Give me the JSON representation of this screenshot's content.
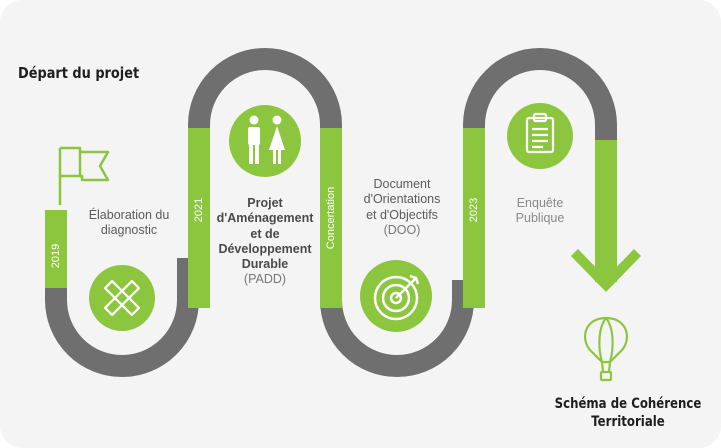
{
  "title": "Départ du projet",
  "destination": {
    "line1": "Schéma de Cohérence",
    "line2": "Territoriale"
  },
  "milestones": {
    "m1": "2019",
    "m2": "2021",
    "m3": "Concertation",
    "m4": "2023"
  },
  "steps": {
    "diagnostic": {
      "line1": "Élaboration du",
      "line2": "diagnostic"
    },
    "padd": {
      "line1": "Projet",
      "line2": "d'Aménagement",
      "line3": "et de",
      "line4": "Développement",
      "line5": "Durable",
      "abbr": "(PADD)"
    },
    "doo": {
      "line1": "Document",
      "line2": "d'Orientations",
      "line3": "et d'Objectifs",
      "abbr": "(DOO)"
    },
    "enquete": {
      "line1": "Enquête",
      "line2": "Publique"
    }
  },
  "icons": {
    "flag": "flag-icon",
    "pencil_ruler": "pencil-ruler-icon",
    "people": "people-icon",
    "target": "target-icon",
    "clipboard": "clipboard-icon",
    "arrow": "down-arrow-icon",
    "balloon": "hot-air-balloon-icon"
  },
  "colors": {
    "green": "#8cc63f",
    "grey": "#6f6f6f",
    "background": "#f4f4f4"
  }
}
